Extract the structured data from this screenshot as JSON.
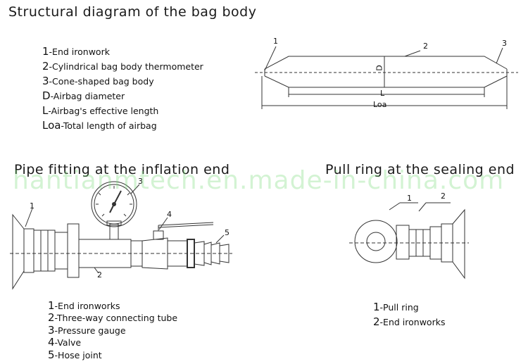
{
  "sections": {
    "bag_body": {
      "title": "Structural diagram of the bag body",
      "legend": [
        {
          "num": "1",
          "text": "-End ironwork"
        },
        {
          "num": "2",
          "text": "-Cylindrical bag body thermometer"
        },
        {
          "num": "3",
          "text": "-Cone-shaped bag body"
        },
        {
          "num": "D",
          "text": "-Airbag diameter"
        },
        {
          "num": "L",
          "text": "-Airbag's effective length"
        },
        {
          "num": "Loa",
          "text": "-Total length of airbag"
        }
      ],
      "callouts": {
        "c1": "1",
        "c2": "2",
        "c3": "3",
        "d": "D",
        "l": "L",
        "loa": "Loa"
      }
    },
    "inflation_end": {
      "title": "Pipe fitting at the inflation end",
      "legend": [
        {
          "num": "1",
          "text": "-End ironworks"
        },
        {
          "num": "2",
          "text": "-Three-way  connecting  tube"
        },
        {
          "num": "3",
          "text": "-Pressure  gauge"
        },
        {
          "num": "4",
          "text": "-Valve"
        },
        {
          "num": "5",
          "text": "-Hose  joint"
        }
      ],
      "callouts": {
        "c1": "1",
        "c2": "2",
        "c3": "3",
        "c4": "4",
        "c5": "5"
      }
    },
    "sealing_end": {
      "title": "Pull ring at the sealing end",
      "legend": [
        {
          "num": "1",
          "text": "-Pull ring"
        },
        {
          "num": "2",
          "text": "-End ironworks"
        }
      ],
      "callouts": {
        "c1": "1",
        "c2": "2"
      }
    }
  },
  "watermark": "hantianmtech.en.made-in-china.com"
}
